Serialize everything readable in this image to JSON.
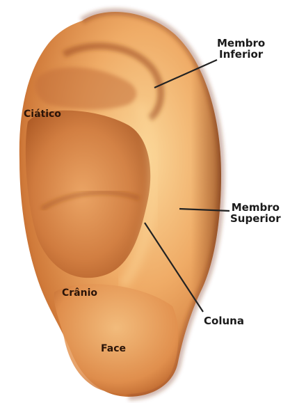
{
  "labels": {
    "membro_inferior": {
      "line1": "Membro",
      "line2": "Inferior"
    },
    "membro_superior": {
      "line1": "Membro",
      "line2": "Superior"
    },
    "coluna": "Coluna",
    "ciatico": "Ciático",
    "cranio": "Crânio",
    "face": "Face"
  },
  "colors": {
    "skin_light": "#f6c27e",
    "skin_mid": "#e59a55",
    "skin_dark": "#b75a22",
    "shadow": "#7a3512",
    "leader_line": "#222222"
  }
}
